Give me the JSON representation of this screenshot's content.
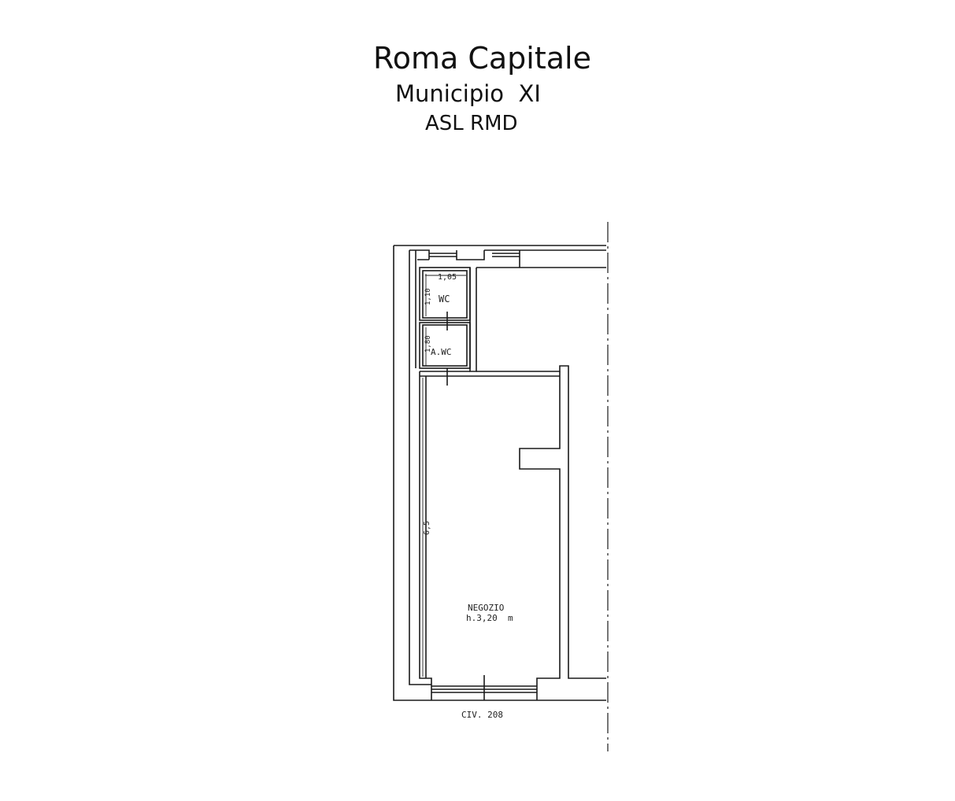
{
  "header": {
    "title": "Roma Capitale",
    "subtitle": "Municipio  XI",
    "subtitle2": "ASL RMD"
  },
  "plan": {
    "rooms": {
      "wc": "WC",
      "antiwc": "A.WC",
      "shop": "NEGOZIO",
      "shop_height": "h.3,20  m"
    },
    "dimensions": {
      "wc_width": "1,05",
      "wc_depth": "1,10",
      "antiwc_depth": "1,80",
      "shop_depth": "6,5"
    },
    "street_number": "CIV. 208"
  }
}
